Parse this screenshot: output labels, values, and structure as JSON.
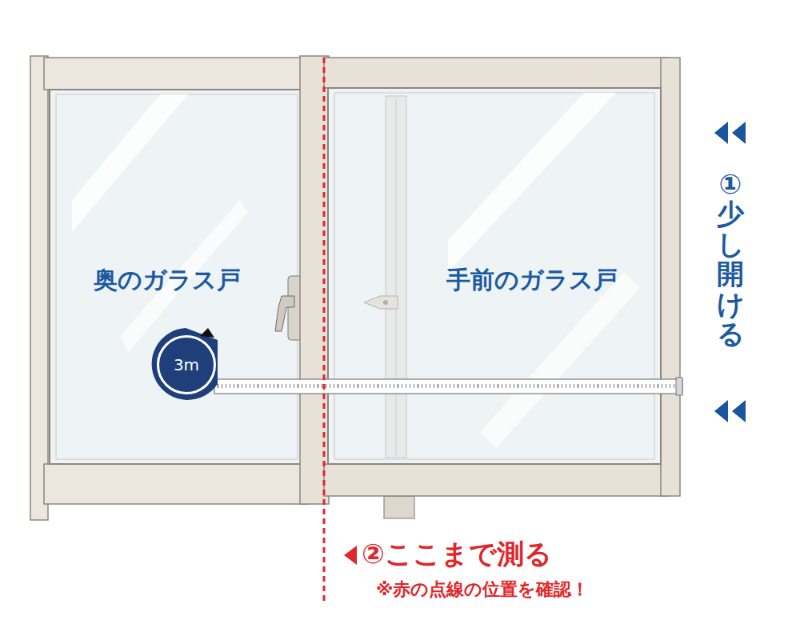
{
  "diagram": {
    "nodes": [
      {
        "text": [
          "奥のガラス戸"
        ]
      },
      {
        "text": [
          "手前のガラス戸"
        ]
      },
      {
        "text": [
          "3m"
        ]
      }
    ],
    "labels": [
      "①少し開ける",
      "②ここまで測る",
      "※赤の点線の位置を確認！"
    ]
  }
}
